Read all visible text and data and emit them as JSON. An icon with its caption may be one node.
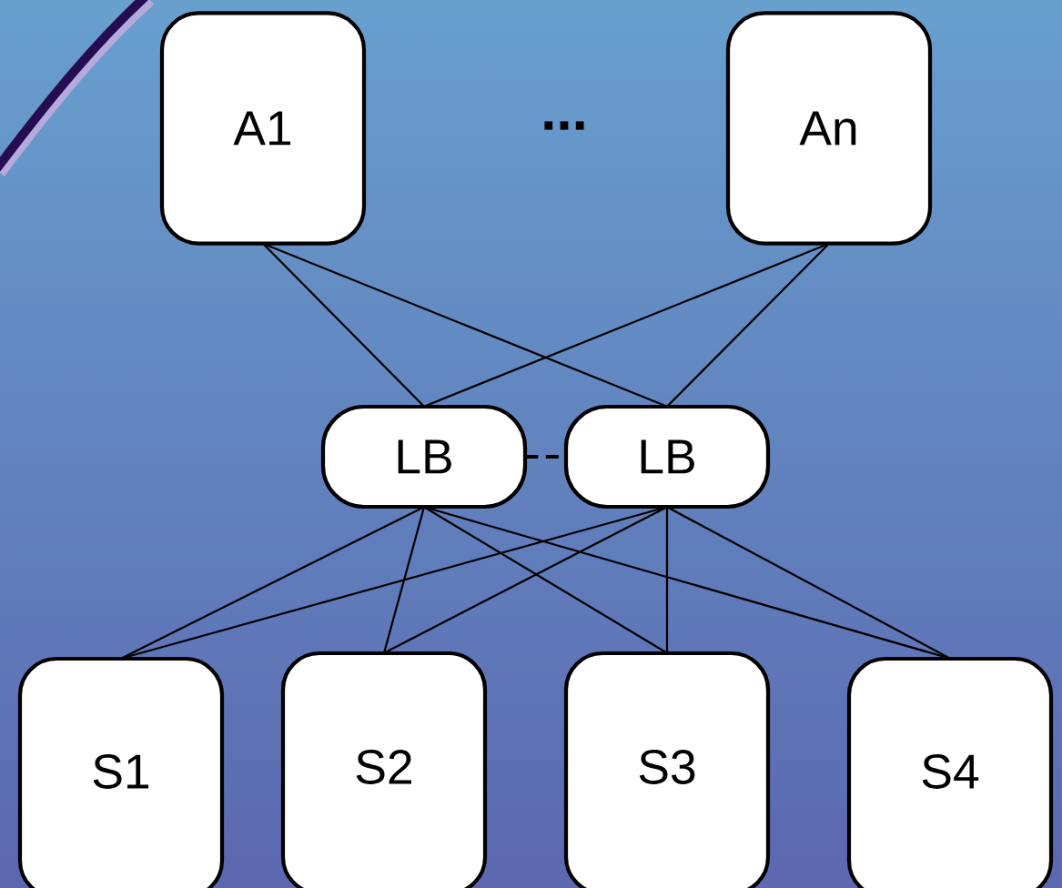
{
  "diagram": {
    "nodes": [
      {
        "text": [
          "A1"
        ]
      },
      {
        "text": [
          "An"
        ]
      },
      {
        "text": [
          "LB"
        ]
      },
      {
        "text": [
          "LB"
        ]
      },
      {
        "text": [
          "S1"
        ]
      },
      {
        "text": [
          "S2"
        ]
      },
      {
        "text": [
          "S3"
        ]
      },
      {
        "text": [
          "S4"
        ]
      }
    ],
    "edges": [
      {
        "from": 0,
        "to": 2,
        "arrow": "none"
      },
      {
        "from": 0,
        "to": 3,
        "arrow": "none"
      },
      {
        "from": 1,
        "to": 2,
        "arrow": "none"
      },
      {
        "from": 1,
        "to": 3,
        "arrow": "none"
      },
      {
        "from": 2,
        "to": 3,
        "arrow": "none",
        "style": "dashed"
      },
      {
        "from": 2,
        "to": 4,
        "arrow": "none"
      },
      {
        "from": 2,
        "to": 5,
        "arrow": "none"
      },
      {
        "from": 2,
        "to": 6,
        "arrow": "none"
      },
      {
        "from": 2,
        "to": 7,
        "arrow": "none"
      },
      {
        "from": 3,
        "to": 4,
        "arrow": "none"
      },
      {
        "from": 3,
        "to": 5,
        "arrow": "none"
      },
      {
        "from": 3,
        "to": 6,
        "arrow": "none"
      },
      {
        "from": 3,
        "to": 7,
        "arrow": "none"
      }
    ],
    "labels": [
      "..."
    ]
  }
}
